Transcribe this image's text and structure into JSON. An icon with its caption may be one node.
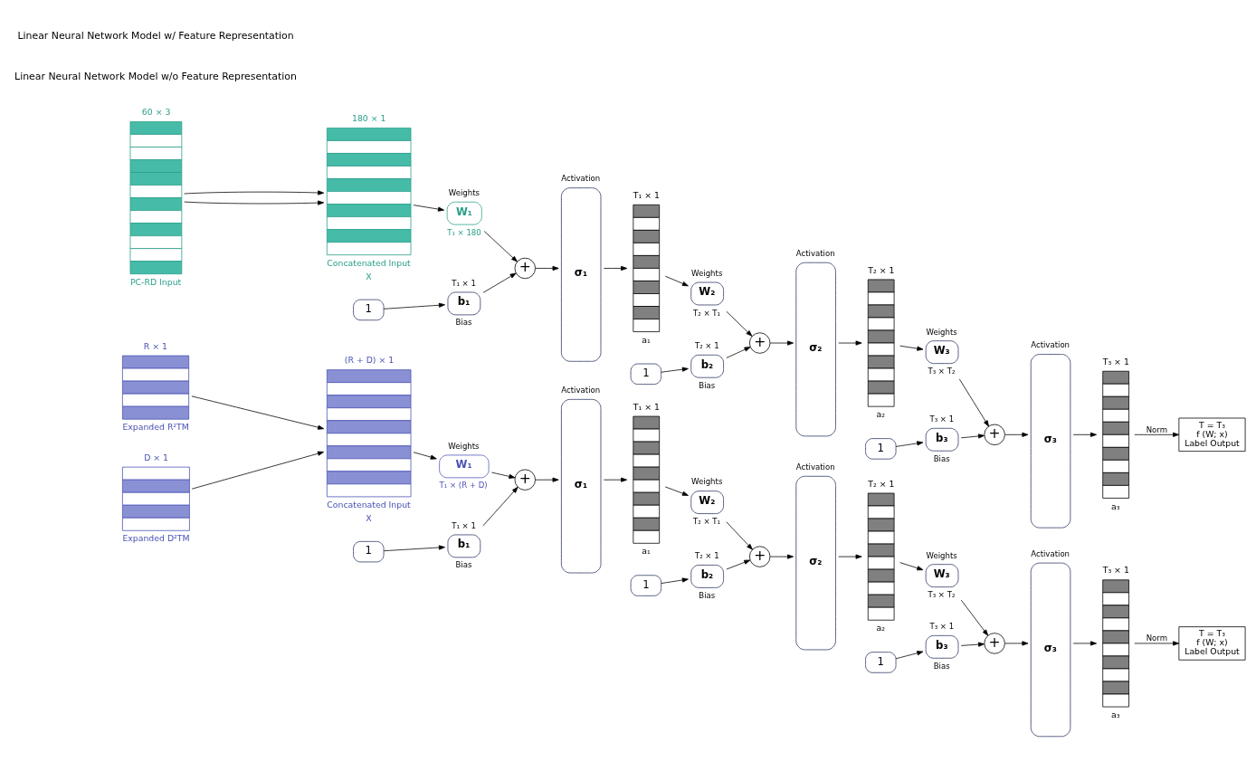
{
  "diagram": {
    "nodes": [
      {
        "text": [
          "R × 1",
          "Expanded R²TM"
        ]
      },
      {
        "text": [
          "D × 1",
          "Expanded D²TM"
        ]
      },
      {
        "text": [
          "(R + D) × 1",
          "Concatenated Input",
          "X"
        ]
      },
      {
        "text": [
          "W₁"
        ],
        "beside": [
          "Weights",
          "T₁ × (R + D)"
        ]
      },
      {
        "text": [
          "b₁"
        ],
        "beside": [
          "T₁ × 1",
          "Bias"
        ]
      },
      {
        "text": [
          "1"
        ]
      },
      {
        "text": [
          "+"
        ]
      },
      {
        "text": [
          "σ₁"
        ],
        "beside": [
          "Activation"
        ]
      },
      {
        "text": [
          "T₁ × 1",
          "a₁"
        ]
      },
      {
        "text": [
          "W₂"
        ],
        "beside": [
          "Weights",
          "T₂ × T₁"
        ]
      },
      {
        "text": [
          "b₂"
        ],
        "beside": [
          "T₂ × 1",
          "Bias"
        ]
      },
      {
        "text": [
          "1"
        ]
      },
      {
        "text": [
          "+"
        ]
      },
      {
        "text": [
          "σ₂"
        ],
        "beside": [
          "Activation"
        ]
      },
      {
        "text": [
          "T₂ × 1",
          "a₂"
        ]
      },
      {
        "text": [
          "W₃"
        ],
        "beside": [
          "Weights",
          "T₃ × T₂"
        ]
      },
      {
        "text": [
          "b₃"
        ],
        "beside": [
          "T₃ × 1",
          "Bias"
        ]
      },
      {
        "text": [
          "1"
        ]
      },
      {
        "text": [
          "+"
        ]
      },
      {
        "text": [
          "σ₃"
        ],
        "beside": [
          "Activation"
        ]
      },
      {
        "text": [
          "T₃ × 1",
          "a₃"
        ]
      },
      {
        "text": [
          "T = T₃",
          "f (W; x)",
          "Label Output"
        ]
      },
      {
        "text": [
          "60 × 3",
          "PC-RD Input"
        ]
      },
      {
        "text": [
          "180 × 1",
          "Concatenated Input",
          "X"
        ]
      },
      {
        "text": [
          "W₁"
        ],
        "beside": [
          "Weights",
          "T₁ × 180"
        ]
      },
      {
        "text": [
          "b₁"
        ],
        "beside": [
          "T₁ × 1",
          "Bias"
        ]
      },
      {
        "text": [
          "1"
        ]
      },
      {
        "text": [
          "+"
        ]
      },
      {
        "text": [
          "σ₁"
        ],
        "beside": [
          "Activation"
        ]
      },
      {
        "text": [
          "T₁ × 1",
          "a₁"
        ]
      },
      {
        "text": [
          "W₂"
        ],
        "beside": [
          "Weights",
          "T₂ × T₁"
        ]
      },
      {
        "text": [
          "b₂"
        ],
        "beside": [
          "T₂ × 1",
          "Bias"
        ]
      },
      {
        "text": [
          "1"
        ]
      },
      {
        "text": [
          "+"
        ]
      },
      {
        "text": [
          "σ₂"
        ],
        "beside": [
          "Activation"
        ]
      },
      {
        "text": [
          "T₂ × 1",
          "a₂"
        ]
      },
      {
        "text": [
          "W₃"
        ],
        "beside": [
          "Weights",
          "T₃ × T₂"
        ]
      },
      {
        "text": [
          "b₃"
        ],
        "beside": [
          "T₃ × 1",
          "Bias"
        ]
      },
      {
        "text": [
          "1"
        ]
      },
      {
        "text": [
          "+"
        ]
      },
      {
        "text": [
          "σ₃"
        ],
        "beside": [
          "Activation"
        ]
      },
      {
        "text": [
          "T₃ × 1",
          "a₃"
        ]
      },
      {
        "text": [
          "T = T₃",
          "f (W; x)",
          "Label Output"
        ]
      }
    ],
    "edges": [
      {
        "from": 0,
        "to": 2,
        "arrow": "to"
      },
      {
        "from": 1,
        "to": 2,
        "arrow": "to"
      },
      {
        "from": 2,
        "to": 3,
        "arrow": "to"
      },
      {
        "from": 3,
        "to": 6,
        "arrow": "to"
      },
      {
        "from": 4,
        "to": 6,
        "arrow": "to"
      },
      {
        "from": 5,
        "to": 4,
        "arrow": "to"
      },
      {
        "from": 6,
        "to": 7,
        "arrow": "to"
      },
      {
        "from": 7,
        "to": 8,
        "arrow": "to"
      },
      {
        "from": 8,
        "to": 9,
        "arrow": "to"
      },
      {
        "from": 9,
        "to": 12,
        "arrow": "to"
      },
      {
        "from": 10,
        "to": 12,
        "arrow": "to"
      },
      {
        "from": 11,
        "to": 10,
        "arrow": "to"
      },
      {
        "from": 12,
        "to": 13,
        "arrow": "to"
      },
      {
        "from": 13,
        "to": 14,
        "arrow": "to"
      },
      {
        "from": 14,
        "to": 15,
        "arrow": "to"
      },
      {
        "from": 15,
        "to": 18,
        "arrow": "to"
      },
      {
        "from": 16,
        "to": 18,
        "arrow": "to"
      },
      {
        "from": 17,
        "to": 16,
        "arrow": "to"
      },
      {
        "from": 18,
        "to": 19,
        "arrow": "to"
      },
      {
        "from": 19,
        "to": 20,
        "arrow": "to"
      },
      {
        "from": 20,
        "to": 21,
        "label": "Norm",
        "arrow": "to"
      },
      {
        "from": 22,
        "to": 23,
        "arrow": "to"
      },
      {
        "from": 22,
        "to": 23,
        "arrow": "to"
      },
      {
        "from": 23,
        "to": 24,
        "arrow": "to"
      },
      {
        "from": 24,
        "to": 27,
        "arrow": "to"
      },
      {
        "from": 25,
        "to": 27,
        "arrow": "to"
      },
      {
        "from": 26,
        "to": 25,
        "arrow": "to"
      },
      {
        "from": 27,
        "to": 28,
        "arrow": "to"
      },
      {
        "from": 28,
        "to": 29,
        "arrow": "to"
      },
      {
        "from": 29,
        "to": 30,
        "arrow": "to"
      },
      {
        "from": 30,
        "to": 33,
        "arrow": "to"
      },
      {
        "from": 31,
        "to": 33,
        "arrow": "to"
      },
      {
        "from": 32,
        "to": 31,
        "arrow": "to"
      },
      {
        "from": 33,
        "to": 34,
        "arrow": "to"
      },
      {
        "from": 34,
        "to": 35,
        "arrow": "to"
      },
      {
        "from": 35,
        "to": 36,
        "arrow": "to"
      },
      {
        "from": 36,
        "to": 39,
        "arrow": "to"
      },
      {
        "from": 37,
        "to": 39,
        "arrow": "to"
      },
      {
        "from": 38,
        "to": 37,
        "arrow": "to"
      },
      {
        "from": 39,
        "to": 40,
        "arrow": "to"
      },
      {
        "from": 40,
        "to": 41,
        "arrow": "to"
      },
      {
        "from": 41,
        "to": 42,
        "label": "Norm",
        "arrow": "to"
      }
    ],
    "labels": [
      "Linear Neural Network Model w/o Feature Representation",
      "Linear Neural Network Model w/ Feature Representation"
    ]
  }
}
